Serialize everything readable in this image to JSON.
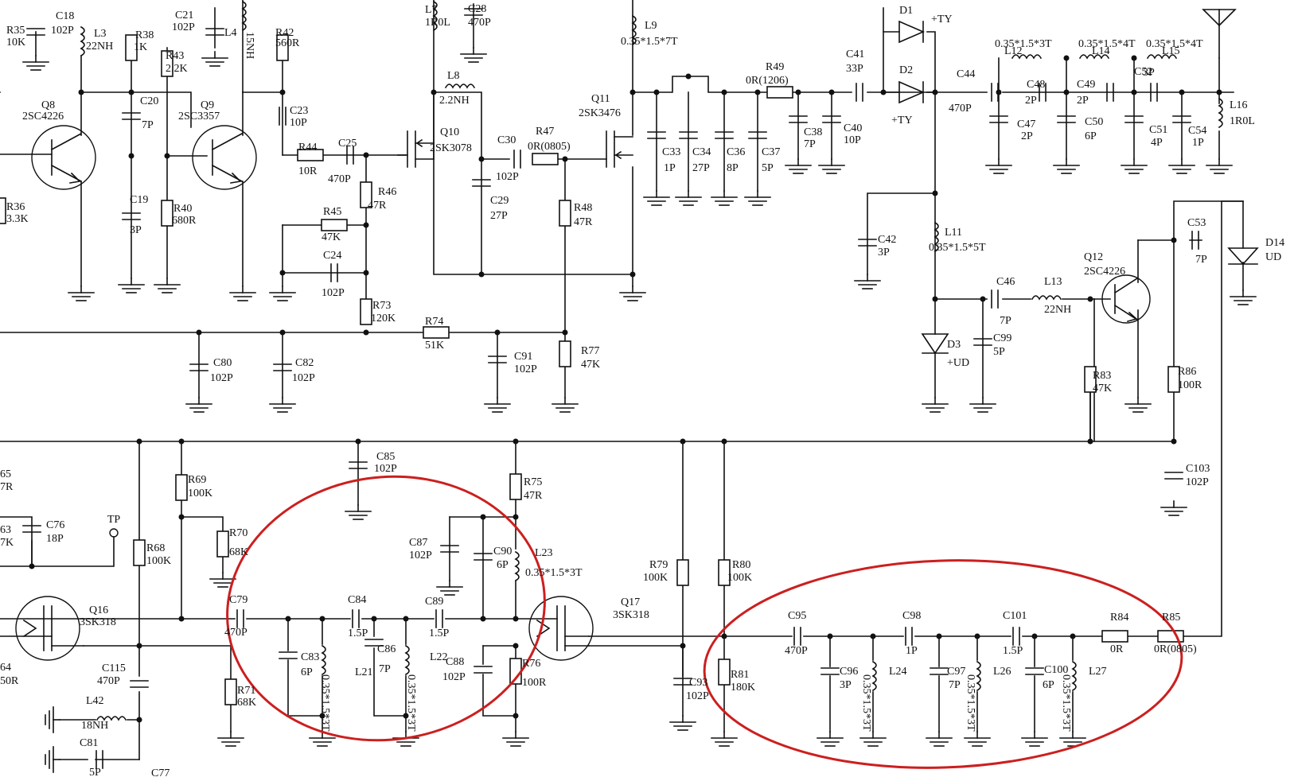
{
  "colors": {
    "wire": "#111111",
    "annotation": "#cc1f1f",
    "background": "#ffffff"
  },
  "components": [
    {
      "ref": "R35",
      "value": "10K"
    },
    {
      "ref": "C18",
      "value": "102P"
    },
    {
      "ref": "L3",
      "value": "22NH"
    },
    {
      "ref": "R38",
      "value": "1K"
    },
    {
      "ref": "C21",
      "value": "102P"
    },
    {
      "ref": "R43",
      "value": "2.2K"
    },
    {
      "ref": "L4",
      "value": "15NH"
    },
    {
      "ref": "R42",
      "value": "560R"
    },
    {
      "ref": "L7",
      "value": "1R0L"
    },
    {
      "ref": "C28",
      "value": "470P"
    },
    {
      "ref": "L9",
      "value": "0.35*1.5*7T"
    },
    {
      "ref": "Q8",
      "value": "2SC4226"
    },
    {
      "ref": "C20",
      "value": "7P"
    },
    {
      "ref": "Q9",
      "value": "2SC3357"
    },
    {
      "ref": "C23",
      "value": "10P"
    },
    {
      "ref": "L8",
      "value": "2.2NH"
    },
    {
      "ref": "Q10",
      "value": "2SK3078"
    },
    {
      "ref": "Q11",
      "value": "2SK3476"
    },
    {
      "ref": "R44",
      "value": "10R"
    },
    {
      "ref": "C25",
      "value": "470P"
    },
    {
      "ref": "C30",
      "value": "102P"
    },
    {
      "ref": "R47",
      "value": "0R(0805)"
    },
    {
      "ref": "R46",
      "value": "47R"
    },
    {
      "ref": "C19",
      "value": "3P"
    },
    {
      "ref": "R40",
      "value": "680R"
    },
    {
      "ref": "R36",
      "value": "3.3K"
    },
    {
      "ref": "R45",
      "value": "47K"
    },
    {
      "ref": "C24",
      "value": "102P"
    },
    {
      "ref": "C29",
      "value": "27P"
    },
    {
      "ref": "R48",
      "value": "47R"
    },
    {
      "ref": "R73",
      "value": "120K"
    },
    {
      "ref": "R74",
      "value": "51K"
    },
    {
      "ref": "C91",
      "value": "102P"
    },
    {
      "ref": "R77",
      "value": "47K"
    },
    {
      "ref": "C80",
      "value": "102P"
    },
    {
      "ref": "C82",
      "value": "102P"
    },
    {
      "ref": "R49",
      "value": "0R(1206)"
    },
    {
      "ref": "C41",
      "value": "33P"
    },
    {
      "ref": "D1",
      "value": "+TY"
    },
    {
      "ref": "D2",
      "value": "+TY"
    },
    {
      "ref": "C44",
      "value": "470P"
    },
    {
      "ref": "L12",
      "value": "0.35*1.5*3T"
    },
    {
      "ref": "L14",
      "value": "0.35*1.5*4T"
    },
    {
      "ref": "L15",
      "value": "0.35*1.5*4T"
    },
    {
      "ref": "C48",
      "value": "2P"
    },
    {
      "ref": "C49",
      "value": "2P"
    },
    {
      "ref": "C52",
      "value": "3P"
    },
    {
      "ref": "L16",
      "value": "1R0L"
    },
    {
      "ref": "C33",
      "value": "1P"
    },
    {
      "ref": "C34",
      "value": "27P"
    },
    {
      "ref": "C36",
      "value": "8P"
    },
    {
      "ref": "C37",
      "value": "5P"
    },
    {
      "ref": "C38",
      "value": "7P"
    },
    {
      "ref": "C40",
      "value": "10P"
    },
    {
      "ref": "C47",
      "value": "2P"
    },
    {
      "ref": "C50",
      "value": "6P"
    },
    {
      "ref": "C51",
      "value": "4P"
    },
    {
      "ref": "C54",
      "value": "1P"
    },
    {
      "ref": "C42",
      "value": "3P"
    },
    {
      "ref": "L11",
      "value": "0.35*1.5*5T"
    },
    {
      "ref": "C53",
      "value": "7P"
    },
    {
      "ref": "D14",
      "value": "UD"
    },
    {
      "ref": "Q12",
      "value": "2SC4226"
    },
    {
      "ref": "C46",
      "value": "7P"
    },
    {
      "ref": "L13",
      "value": "22NH"
    },
    {
      "ref": "D3",
      "value": "+UD"
    },
    {
      "ref": "C99",
      "value": "5P"
    },
    {
      "ref": "R83",
      "value": "47K"
    },
    {
      "ref": "R86",
      "value": "100R"
    },
    {
      "ref": "C103",
      "value": "102P"
    },
    {
      "ref": "C85",
      "value": "102P"
    },
    {
      "ref": "R69",
      "value": "100K"
    },
    {
      "ref": "R75",
      "value": "47R"
    },
    {
      "ref": "C76",
      "value": "18P"
    },
    {
      "ref": "R70",
      "value": "68K"
    },
    {
      "ref": "C87",
      "value": "102P"
    },
    {
      "ref": "C90",
      "value": "6P"
    },
    {
      "ref": "L23",
      "value": "0.35*1.5*3T"
    },
    {
      "ref": "R68",
      "value": "100K"
    },
    {
      "ref": "R79",
      "value": "100K"
    },
    {
      "ref": "R80",
      "value": "100K"
    },
    {
      "ref": "C79",
      "value": "470P"
    },
    {
      "ref": "C84",
      "value": "1.5P"
    },
    {
      "ref": "C89",
      "value": "1.5P"
    },
    {
      "ref": "Q16",
      "value": "3SK318"
    },
    {
      "ref": "Q17",
      "value": "3SK318"
    },
    {
      "ref": "C115",
      "value": "470P"
    },
    {
      "ref": "C83",
      "value": "6P"
    },
    {
      "ref": "L21",
      "value": "0.35*1.5*3T"
    },
    {
      "ref": "C86",
      "value": "7P"
    },
    {
      "ref": "L22",
      "value": "0.35*1.5*3T"
    },
    {
      "ref": "C88",
      "value": "102P"
    },
    {
      "ref": "R76",
      "value": "100R"
    },
    {
      "ref": "R71",
      "value": "68K"
    },
    {
      "ref": "C93",
      "value": "102P"
    },
    {
      "ref": "R81",
      "value": "180K"
    },
    {
      "ref": "L42",
      "value": "18NH"
    },
    {
      "ref": "C81",
      "value": "5P"
    },
    {
      "ref": "C77",
      "value": ""
    },
    {
      "ref": "C95",
      "value": "470P"
    },
    {
      "ref": "C98",
      "value": "1P"
    },
    {
      "ref": "C101",
      "value": "1.5P"
    },
    {
      "ref": "R84",
      "value": "0R"
    },
    {
      "ref": "R85",
      "value": "0R(0805)"
    },
    {
      "ref": "C96",
      "value": "3P"
    },
    {
      "ref": "L24",
      "value": "0.35*1.5*3T"
    },
    {
      "ref": "C97",
      "value": "7P"
    },
    {
      "ref": "L26",
      "value": "0.35*1.5*3T"
    },
    {
      "ref": "C100",
      "value": "6P"
    },
    {
      "ref": "L27",
      "value": "0.35*1.5*3T"
    }
  ],
  "partial_labels": [
    {
      "text": "65"
    },
    {
      "text": "7R"
    },
    {
      "text": "63"
    },
    {
      "text": "7K"
    },
    {
      "text": "64"
    },
    {
      "text": "50R"
    }
  ],
  "test_points": [
    {
      "text": "TP"
    }
  ],
  "annotations": [
    {
      "shape": "ellipse",
      "note": "circled filter around Q17 input"
    },
    {
      "shape": "ellipse",
      "note": "circled output filter"
    }
  ]
}
